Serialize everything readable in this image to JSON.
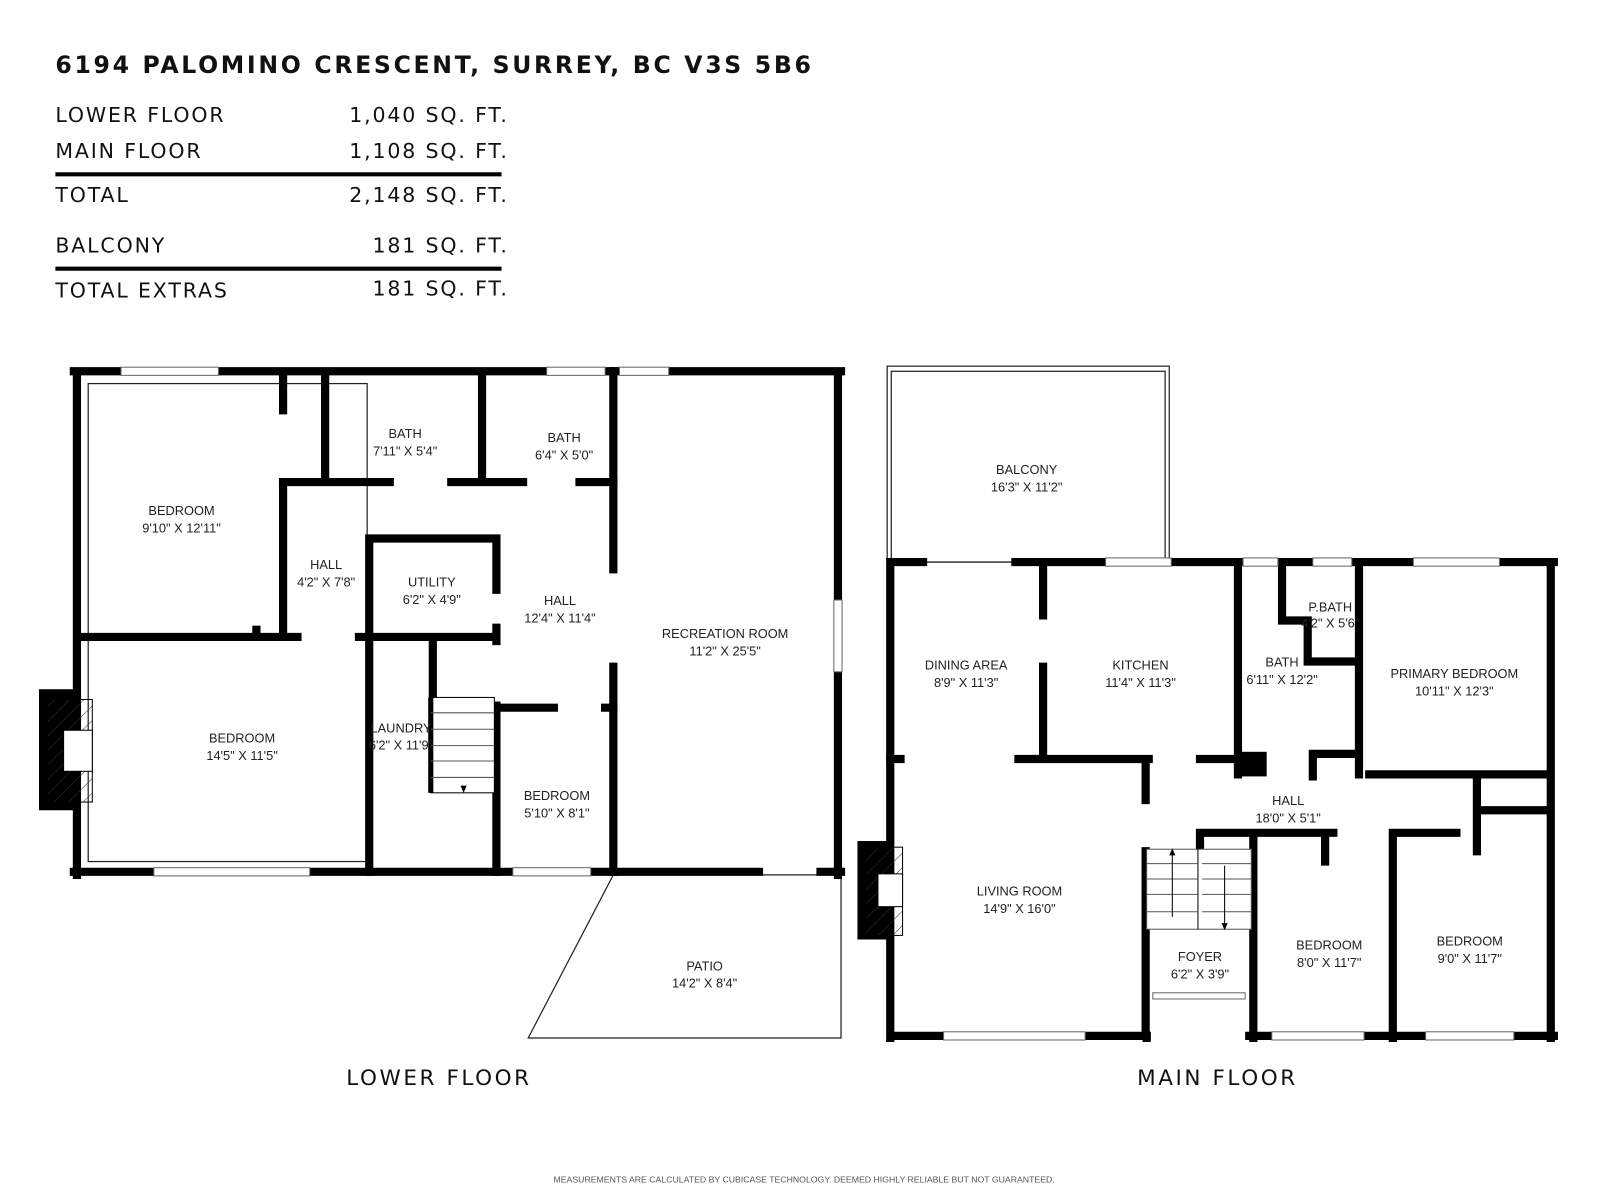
{
  "title": "6194 PALOMINO CRESCENT, SURREY, BC V3S 5B6",
  "summary": [
    {
      "label": "LOWER FLOOR",
      "value": "1,040 SQ. FT."
    },
    {
      "label": "MAIN FLOOR",
      "value": "1,108 SQ. FT."
    },
    {
      "label": "TOTAL",
      "value": "2,148 SQ. FT."
    },
    {
      "label": "BALCONY",
      "value": "181 SQ. FT."
    },
    {
      "label": "TOTAL EXTRAS",
      "value": "181 SQ. FT."
    }
  ],
  "lower_floor": {
    "label": "LOWER FLOOR",
    "rooms": [
      {
        "name": "BATH",
        "size": "7'11\" X 5'4\""
      },
      {
        "name": "BATH",
        "size": "6'4\" X 5'0\""
      },
      {
        "name": "BEDROOM",
        "size": "9'10\" X 12'11\""
      },
      {
        "name": "HALL",
        "size": "4'2\" X 7'8\""
      },
      {
        "name": "UTILITY",
        "size": "6'2\" X 4'9\""
      },
      {
        "name": "HALL",
        "size": "12'4\" X 11'4\""
      },
      {
        "name": "RECREATION ROOM",
        "size": "11'2\" X 25'5\""
      },
      {
        "name": "BEDROOM",
        "size": "14'5\" X 11'5\""
      },
      {
        "name": "LAUNDRY",
        "size": "6'2\" X 11'9\""
      },
      {
        "name": "BEDROOM",
        "size": "5'10\" X 8'1\""
      },
      {
        "name": "PATIO",
        "size": "14'2\" X 8'4\""
      }
    ]
  },
  "main_floor": {
    "label": "MAIN FLOOR",
    "rooms": [
      {
        "name": "BALCONY",
        "size": "16'3\" X 11'2\""
      },
      {
        "name": "DINING AREA",
        "size": "8'9\" X 11'3\""
      },
      {
        "name": "KITCHEN",
        "size": "11'4\" X 11'3\""
      },
      {
        "name": "P.BATH",
        "size": "4'2\" X 5'6\""
      },
      {
        "name": "BATH",
        "size": "6'11\" X 12'2\""
      },
      {
        "name": "PRIMARY BEDROOM",
        "size": "10'11\" X 12'3\""
      },
      {
        "name": "HALL",
        "size": "18'0\" X 5'1\""
      },
      {
        "name": "LIVING ROOM",
        "size": "14'9\" X 16'0\""
      },
      {
        "name": "FOYER",
        "size": "6'2\" X 3'9\""
      },
      {
        "name": "BEDROOM",
        "size": "8'0\" X 11'7\""
      },
      {
        "name": "BEDROOM",
        "size": "9'0\" X 11'7\""
      }
    ]
  },
  "disclaimer": "MEASUREMENTS ARE CALCULATED BY CUBICASE TECHNOLOGY. DEEMED HIGHLY RELIABLE BUT NOT GUARANTEED."
}
